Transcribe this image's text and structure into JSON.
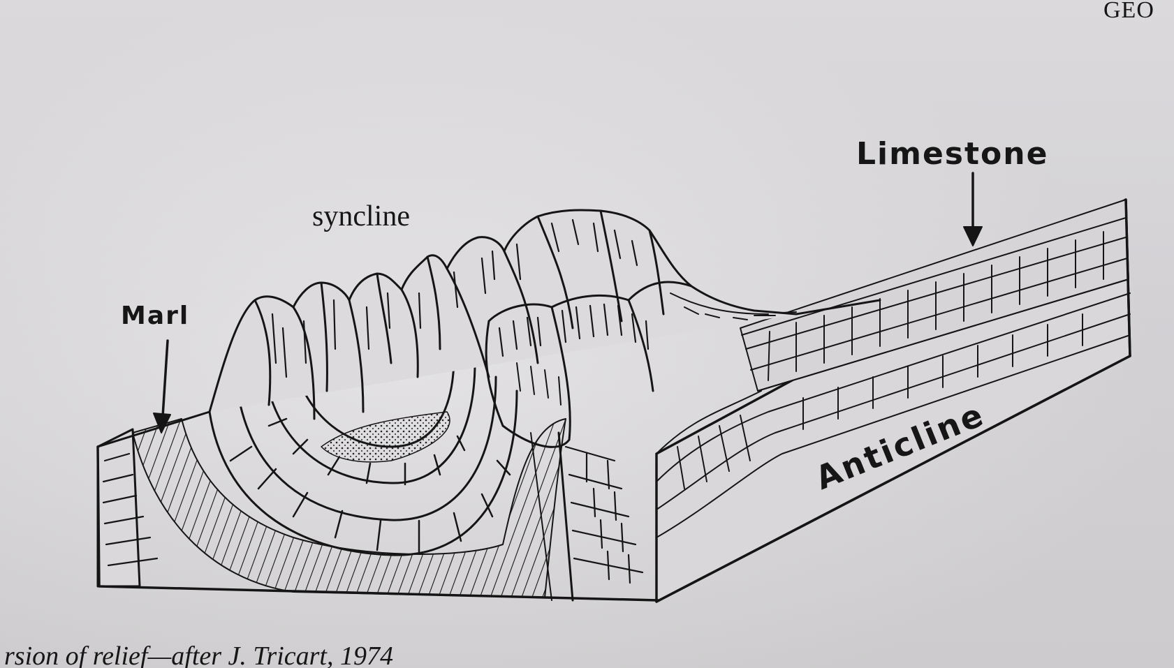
{
  "header_fragment": "GEO",
  "labels": {
    "limestone": "Limestone",
    "syncline": "syncline",
    "marl": "Marl",
    "anticline": "Anticline"
  },
  "caption": "rsion of relief—after J. Tricart, 1974",
  "colors": {
    "paper": "#e4e2e5",
    "ink": "#141414",
    "border": "#ffffff"
  }
}
